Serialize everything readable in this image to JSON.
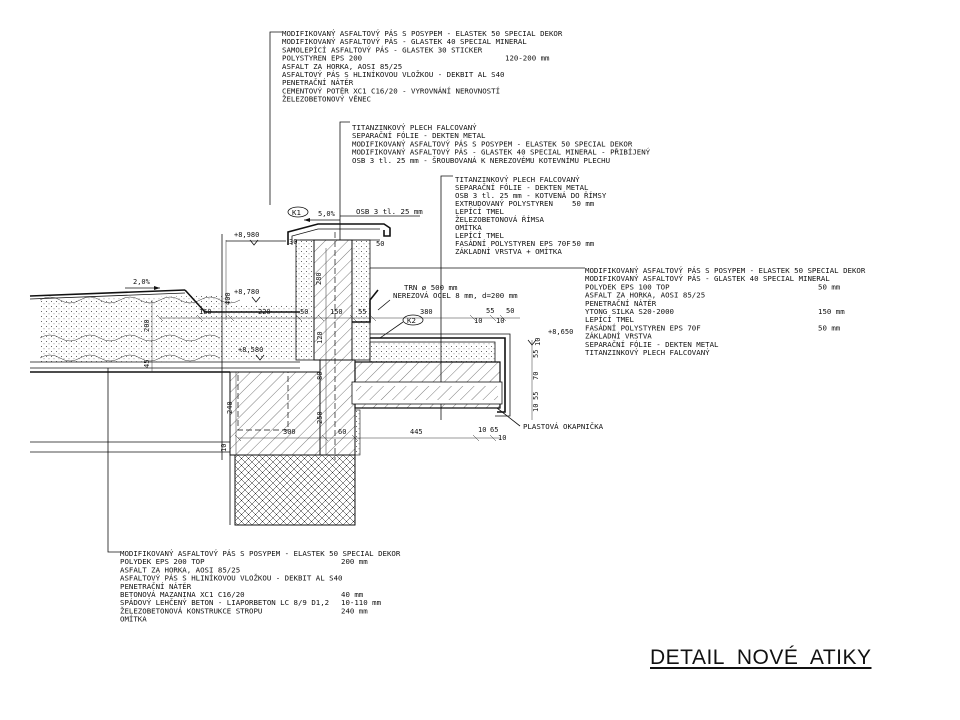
{
  "title": "DETAIL  NOVÉ  ATIKY",
  "callouts": {
    "top": [
      [
        "MODIFIKOVANÝ ASFALTOVÝ PÁS S POSYPEM - ELASTEK 50 SPECIAL DEKOR",
        ""
      ],
      [
        "MODIFIKOVANÝ ASFALTOVÝ PÁS - GLASTEK 40 SPECIAL MINERAL",
        ""
      ],
      [
        "SAMOLEPÍCÍ ASFALTOVÝ PÁS - GLASTEK 30 STICKER",
        ""
      ],
      [
        "POLYSTYREN EPS 200",
        "120-200 mm"
      ],
      [
        "ASFALT ZA HORKA, AOSI 85/25",
        ""
      ],
      [
        "ASFALTOVÝ PÁS S HLINÍKOVOU VLOŽKOU - DEKBIT AL S40",
        ""
      ],
      [
        "PENETRAČNÍ NÁTĚR",
        ""
      ],
      [
        "CEMENTOVÝ POTĚR XC1 C16/20 - VYROVNÁNÍ NEROVNOSTÍ",
        ""
      ],
      [
        "ŽELEZOBETONOVÝ VĚNEC",
        ""
      ]
    ],
    "cap": [
      [
        "TITANZINKOVÝ PLECH FALCOVANÝ",
        ""
      ],
      [
        "SEPARAČNÍ FÓLIE - DEKTEN METAL",
        ""
      ],
      [
        "MODIFIKOVANÝ ASFALTOVÝ PÁS S POSYPEM - ELASTEK 50 SPECIAL DEKOR",
        ""
      ],
      [
        "MODIFIKOVANÝ ASFALTOVÝ PÁS - GLASTEK 40 SPECIAL MINERAL - PŘIBÍJENÝ",
        ""
      ],
      [
        "OSB 3 tl. 25 mm - ŠROUBOVANÁ K NEREZOVÉMU KOTEVNÍMU PLECHU",
        ""
      ]
    ],
    "cornice": [
      [
        "TITANZINKOVÝ PLECH FALCOVANÝ",
        ""
      ],
      [
        "SEPARAČNÍ FÓLIE - DEKTEN METAL",
        ""
      ],
      [
        "OSB 3 tl. 25 mm - KOTVENÁ DO ŘÍMSY",
        ""
      ],
      [
        "EXTRUDOVANÝ POLYSTYREN",
        "50 mm"
      ],
      [
        "LEPÍCÍ TMEL",
        ""
      ],
      [
        "ŽELEZOBETONOVÁ ŘÍMSA",
        ""
      ],
      [
        "OMÍTKA",
        ""
      ],
      [
        "LEPÍCÍ TMEL",
        ""
      ],
      [
        "FASÁDNÍ POLYSTYREN EPS 70F",
        "50 mm"
      ],
      [
        "ZÁKLADNÍ VRSTVA + OMÍTKA",
        ""
      ]
    ],
    "facade": [
      [
        "MODIFIKOVANÝ ASFALTOVÝ PÁS S POSYPEM - ELASTEK 50 SPECIAL DEKOR",
        ""
      ],
      [
        "MODIFIKOVANÝ ASFALTOVÝ PÁS - GLASTEK 40 SPECIAL MINERAL",
        ""
      ],
      [
        "POLYDEK EPS 100 TOP",
        "50 mm"
      ],
      [
        "ASFALT ZA HORKA, AOSI 85/25",
        ""
      ],
      [
        "PENETRAČNÍ NÁTĚR",
        ""
      ],
      [
        "YTONG SILKA S20-2000",
        "150 mm"
      ],
      [
        "LEPÍCÍ TMEL",
        ""
      ],
      [
        "FASÁDNÍ POLYSTYREN EPS 70F",
        "50 mm"
      ],
      [
        "ZÁKLADNÍ VRSTVA",
        ""
      ],
      [
        "SEPARAČNÍ FÓLIE - DEKTEN METAL",
        ""
      ],
      [
        "TITANZINKOVÝ PLECH FALCOVANÝ",
        ""
      ]
    ],
    "bottom": [
      [
        "MODIFIKOVANÝ ASFALTOVÝ PÁS S POSYPEM - ELASTEK 50 SPECIAL DEKOR",
        ""
      ],
      [
        "POLYDEK EPS 200 TOP",
        "200 mm"
      ],
      [
        "ASFALT ZA HORKA, AOSI 85/25",
        ""
      ],
      [
        "ASFALTOVÝ PÁS S HLINÍKOVOU VLOŽKOU - DEKBIT AL S40",
        ""
      ],
      [
        "PENETRAČNÍ NÁTĚR",
        ""
      ],
      [
        "BETONOVÁ MAZANINA XC1 C16/20",
        "40 mm"
      ],
      [
        "SPÁDOVÝ LEHČENÝ BETON - LIAPORBETON LC 8/9 D1,2",
        "10-110 mm"
      ],
      [
        "ŽELEZOBETONOVÁ KONSTRUKCE STROPU",
        "240 mm"
      ],
      [
        "OMÍTKA",
        ""
      ]
    ]
  },
  "labels": {
    "k1": "K1",
    "k2": "K2",
    "slope_cap": "5,0%",
    "slope_roof": "2,0%",
    "osb": "OSB 3 tl. 25 mm",
    "trn": "TRN ø 500 mm",
    "nerez": "NEREZOVÁ OCEL 8 mm, d=200 mm",
    "drip": "PLASTOVÁ OKAPNIČKA"
  },
  "levels": {
    "l1": "+8,980",
    "l2": "+8,780",
    "l3": "+8,580",
    "l4": "+8,650"
  },
  "dims": {
    "d30": "30",
    "d50a": "50",
    "d50b": "50",
    "d400": "400",
    "d280": "280",
    "d160": "160",
    "d220": "220",
    "d150": "150",
    "d55a": "55",
    "d380": "380",
    "d55b": "55",
    "d50c": "50",
    "d10a": "10",
    "d10b": "10",
    "d200": "200",
    "d45": "45",
    "d120": "120",
    "d60": "60",
    "d240": "240",
    "d300": "300",
    "d250": "250",
    "d80": "80",
    "d445": "445",
    "d10c": "10",
    "d65": "65",
    "d10d": "10",
    "d55c": "55",
    "d70": "70",
    "d55d": "55",
    "d10e": "10",
    "d10f": "10",
    "d10g": "10"
  }
}
